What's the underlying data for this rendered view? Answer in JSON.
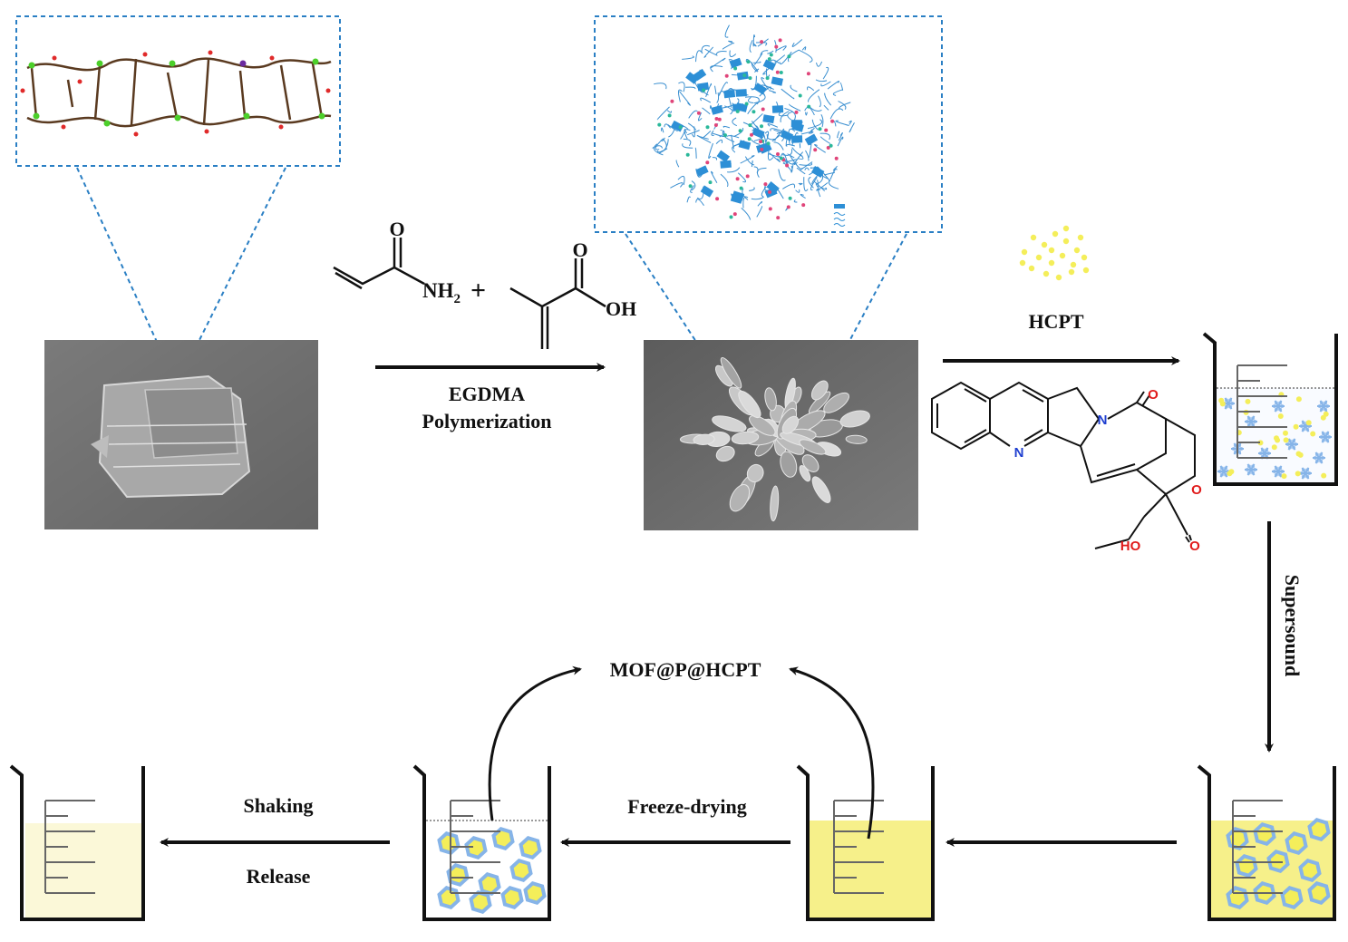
{
  "labels": {
    "reaction_top": "EGDMA",
    "reaction_bottom": "Polymerization",
    "drug": "HCPT",
    "sonication": "Supersound",
    "product": "MOF@P@HCPT",
    "drying": "Freeze-drying",
    "shaking": "Shaking",
    "release": "Release",
    "amide_group": "NH",
    "amide_subscript": "2",
    "plus": "+",
    "carbonyl_o1": "O",
    "carbonyl_o2": "O",
    "acid_group": "OH",
    "hcpt_n1": "N",
    "hcpt_n2": "N",
    "hcpt_o1": "O",
    "hcpt_o2": "O",
    "hcpt_o3": "O",
    "hcpt_ho": "HO"
  },
  "colors": {
    "dashed_box": "#2a7fc4",
    "sem_gray": "#6e6e6e",
    "drug_yellow": "#f4ee5a",
    "solution_yellow": "#f6f08a",
    "release_pale": "#fbf8d8",
    "nanoparticle_blue": "#86b4e8",
    "nitrogen_blue": "#1f3fd0",
    "oxygen_red": "#e01b1b"
  }
}
